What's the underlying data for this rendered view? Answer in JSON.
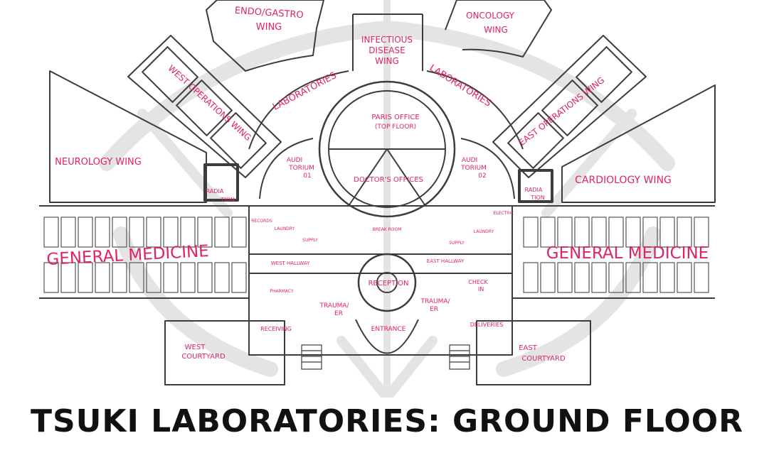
{
  "title": "TSUKI LABORATORIES: GROUND FLOOR",
  "colors": {
    "label": "#e0245e",
    "line": "#3c3c3c",
    "watermark": "#e4e4e4",
    "title": "#111111"
  },
  "labels": {
    "endo_gastro": "ENDO/GASTRO",
    "endo_gastro_wing": "WING",
    "infectious": "INFECTIOUS",
    "disease": "DISEASE",
    "infectious_wing": "WING",
    "oncology": "ONCOLOGY",
    "oncology_wing": "WING",
    "laboratories_left": "LABORATORIES",
    "laboratories_right": "LABORATORIES",
    "west_operations_wing": "WEST OPERATIONS WING",
    "east_operations_wing": "EAST OPERATIONS WING",
    "neurology_wing": "NEUROLOGY WING",
    "cardiology_wing": "CARDIOLOGY WING",
    "paris_office": "PARIS OFFICE",
    "top_floor": "(TOP FLOOR)",
    "doctors_offices": "DOCTOR'S OFFICES",
    "auditorium_01_a": "AUDI",
    "auditorium_01_b": "TORIUM",
    "auditorium_01_c": "01",
    "auditorium_02_a": "AUDI",
    "auditorium_02_b": "TORIUM",
    "auditorium_02_c": "02",
    "radiation_left_a": "RADIA",
    "radiation_left_b": "TION",
    "radiation_right_a": "RADIA",
    "radiation_right_b": "TION",
    "general_medicine_left": "GENERAL MEDICINE",
    "general_medicine_right": "GENERAL MEDICINE",
    "records": "RECORDS",
    "laundry_left": "LAUNDRY",
    "laundry_right": "LAUNDRY",
    "supply_left": "SUPPLY",
    "supply_right": "SUPPLY",
    "electric": "ELECTRIC",
    "break_room": "BREAK ROOM",
    "west_hallway": "WEST HALLWAY",
    "east_hallway": "EAST HALLWAY",
    "reception": "RECEPTION",
    "pharmacy": "PHARMACY",
    "check_in_a": "CHECK",
    "check_in_b": "IN",
    "trauma_er_left_a": "TRAUMA/",
    "trauma_er_left_b": "ER",
    "trauma_er_right_a": "TRAUMA/",
    "trauma_er_right_b": "ER",
    "receiving": "RECEIVING",
    "deliveries": "DELIVERIES",
    "entrance": "ENTRANCE",
    "west_courtyard_a": "WEST",
    "west_courtyard_b": "COURTYARD",
    "east_courtyard_a": "EAST",
    "east_courtyard_b": "COURTYARD"
  }
}
